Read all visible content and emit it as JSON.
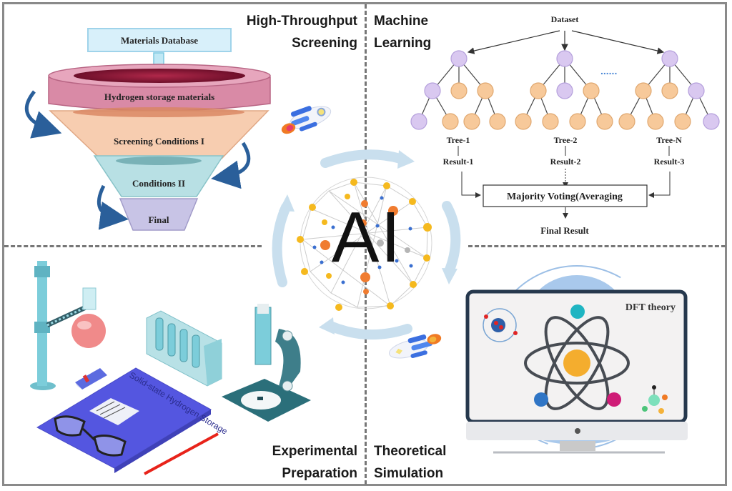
{
  "quadrants": {
    "top_left": {
      "line1": "High-Throughput",
      "line2": "Screening"
    },
    "top_right": {
      "line1": "Machine",
      "line2": "Learning"
    },
    "bottom_left": {
      "line1": "Experimental",
      "line2": "Preparation"
    },
    "bottom_right": {
      "line1": "Theoretical",
      "line2": "Simulation"
    }
  },
  "center": {
    "label": "AI",
    "icon": "neural-network-icon"
  },
  "funnel": {
    "source": "Materials Database",
    "layers": [
      "Hydrogen storage materials",
      "Screening Conditions I",
      "Conditions II",
      "Final"
    ],
    "colors": {
      "layer1": "#d98aa6",
      "layer2": "#f7cdb0",
      "layer3": "#b8e0e4",
      "layer4": "#c8c4e6",
      "source_box": "#d8f0fa"
    }
  },
  "random_forest": {
    "dataset_label": "Dataset",
    "ellipsis": "......",
    "trees": [
      {
        "name": "Tree-1",
        "result": "Result-1"
      },
      {
        "name": "Tree-2",
        "result": "Result-2"
      },
      {
        "name": "Tree-N",
        "result": "Result-3"
      }
    ],
    "aggregator": "Majority Voting(Averaging",
    "final": "Final Result",
    "node_colors": {
      "purple": "#d9c8f0",
      "orange": "#f7c99a"
    }
  },
  "experimental": {
    "book_title": "Solid-state Hydrogen Storage",
    "items": [
      "retort-stand-flask",
      "test-tube-rack",
      "microscope",
      "notebook",
      "glasses",
      "usb-drive",
      "pencil"
    ]
  },
  "simulation": {
    "screen_label": "DFT theory",
    "items": [
      "atom-icon",
      "nucleus-icon",
      "molecule-icon"
    ]
  }
}
